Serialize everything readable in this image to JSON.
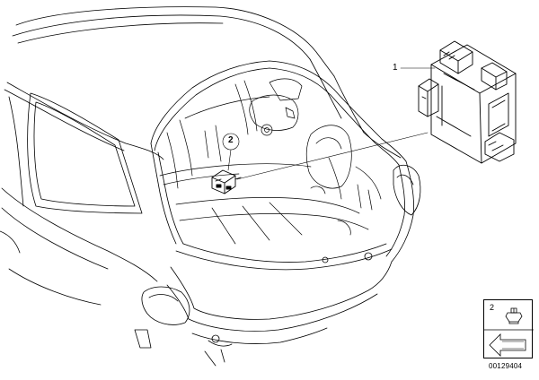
{
  "callouts": {
    "part_1": "1",
    "part_2": "2"
  },
  "legend": {
    "item_number": "2"
  },
  "reference_id": "00129404",
  "colors": {
    "line": "#000000",
    "background": "#ffffff"
  }
}
